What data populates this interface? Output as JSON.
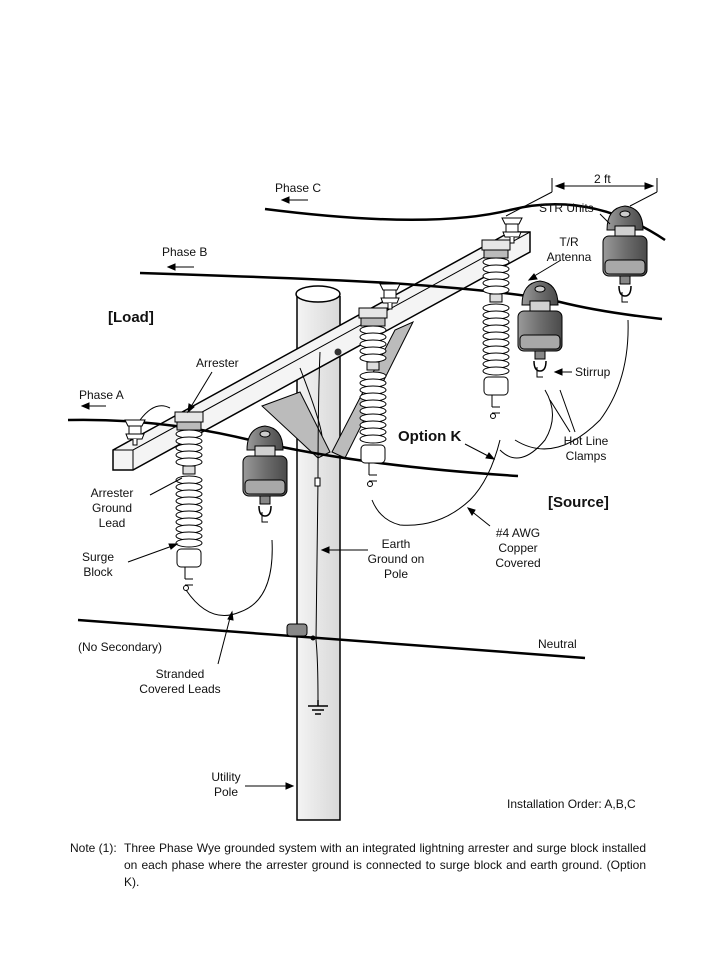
{
  "labels": {
    "phase_c": "Phase C",
    "phase_b": "Phase B",
    "phase_a": "Phase A",
    "dimension": "2 ft",
    "str_units": "STR Units",
    "tr_antenna": "T/R\nAntenna",
    "load": "[Load]",
    "source": "[Source]",
    "arrester": "Arrester",
    "stirrup": "Stirrup",
    "option_k": "Option K",
    "hot_line_clamps": "Hot Line\nClamps",
    "arrester_ground_lead": "Arrester\nGround\nLead",
    "surge_block": "Surge\nBlock",
    "earth_ground": "Earth\nGround on\nPole",
    "awg_copper": "#4 AWG\nCopper\nCovered",
    "no_secondary": "(No Secondary)",
    "neutral": "Neutral",
    "stranded_leads": "Stranded\nCovered  Leads",
    "utility_pole": "Utility\nPole",
    "installation_order": "Installation Order: A,B,C"
  },
  "note": {
    "lead": "Note (1):",
    "body": "Three  Phase Wye grounded  system with an integrated lightning arrester and surge block installed on each phase where the arrester ground is connected to surge block and earth ground.  (Option K)."
  }
}
